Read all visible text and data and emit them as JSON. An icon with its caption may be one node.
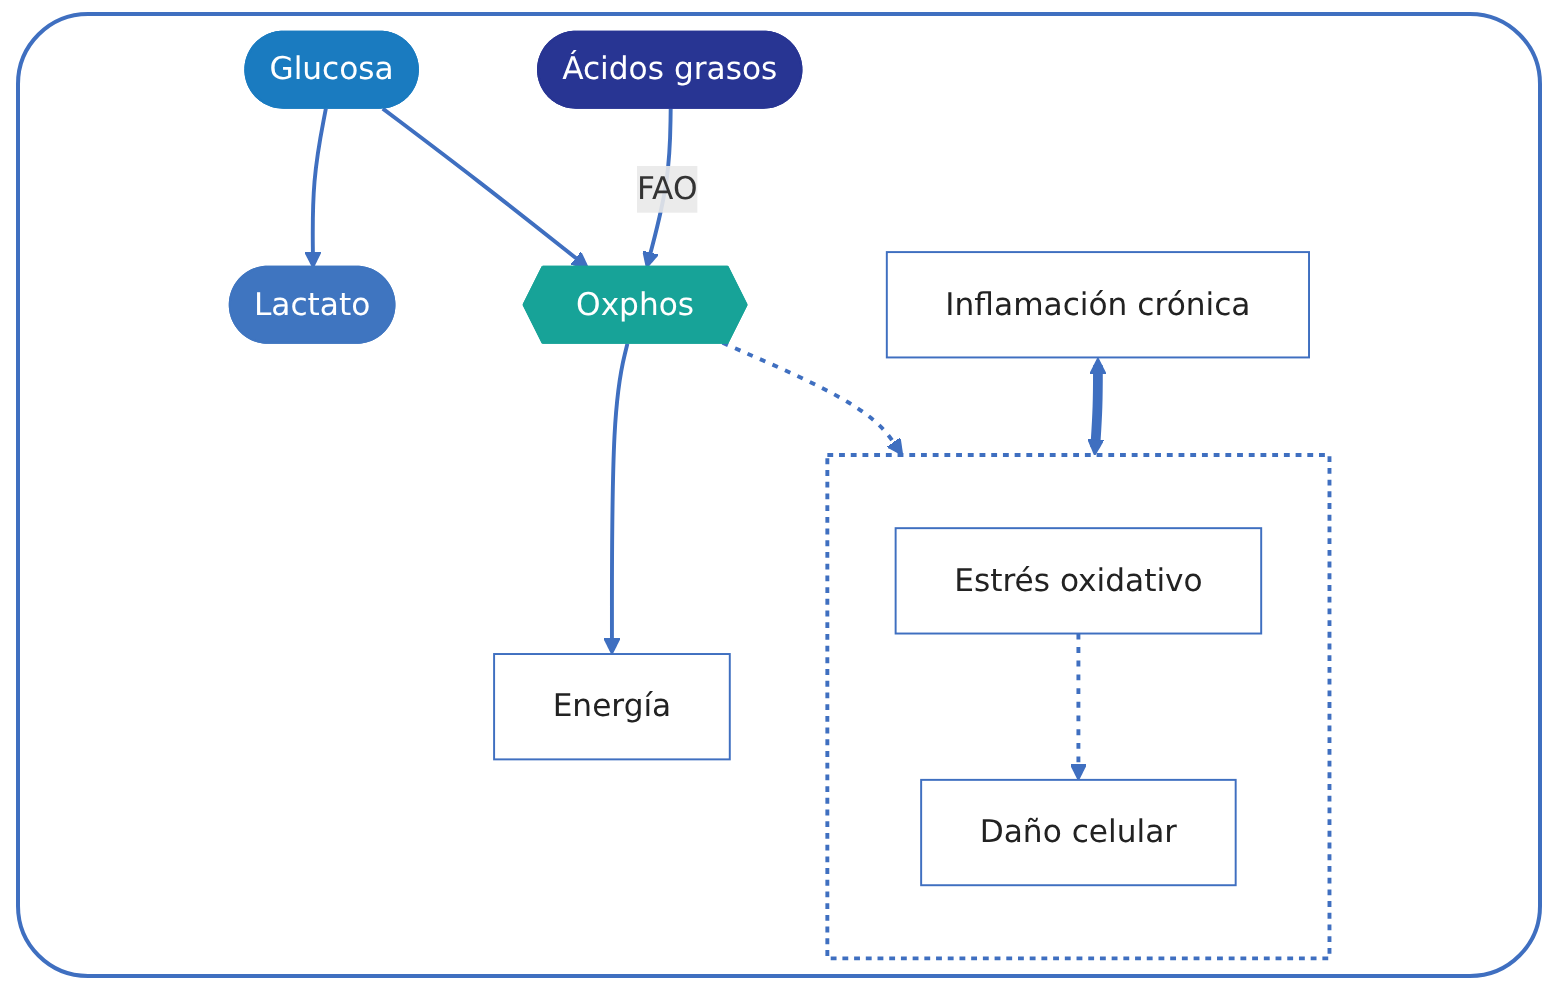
{
  "diagram": {
    "nodes": [
      {
        "text": [
          "Glucosa"
        ]
      },
      {
        "text": [
          "Ácidos grasos"
        ]
      },
      {
        "text": [
          "Lactato"
        ]
      },
      {
        "text": [
          "Oxphos"
        ]
      },
      {
        "text": [],
        "shape": "box"
      },
      {
        "text": [
          "Estrés oxidativo"
        ],
        "in": 4
      },
      {
        "text": [
          "Daño celular"
        ],
        "in": 4
      },
      {
        "text": [
          "Energía"
        ]
      },
      {
        "text": [
          "Inflamación crónica"
        ]
      }
    ],
    "edges": [
      {
        "from": 0,
        "to": 2,
        "arrow": "to"
      },
      {
        "from": 0,
        "to": 3,
        "arrow": "to"
      },
      {
        "from": 1,
        "to": 3,
        "arrow": "to",
        "label": "FAO"
      },
      {
        "from": 3,
        "to": 4,
        "arrow": "to",
        "style": "dashed"
      },
      {
        "from": 3,
        "to": 7,
        "arrow": "to"
      },
      {
        "from": 5,
        "to": 6,
        "arrow": "to",
        "style": "dashed"
      },
      {
        "from": 8,
        "to": 4,
        "arrow": "both",
        "style": "thick"
      }
    ]
  }
}
